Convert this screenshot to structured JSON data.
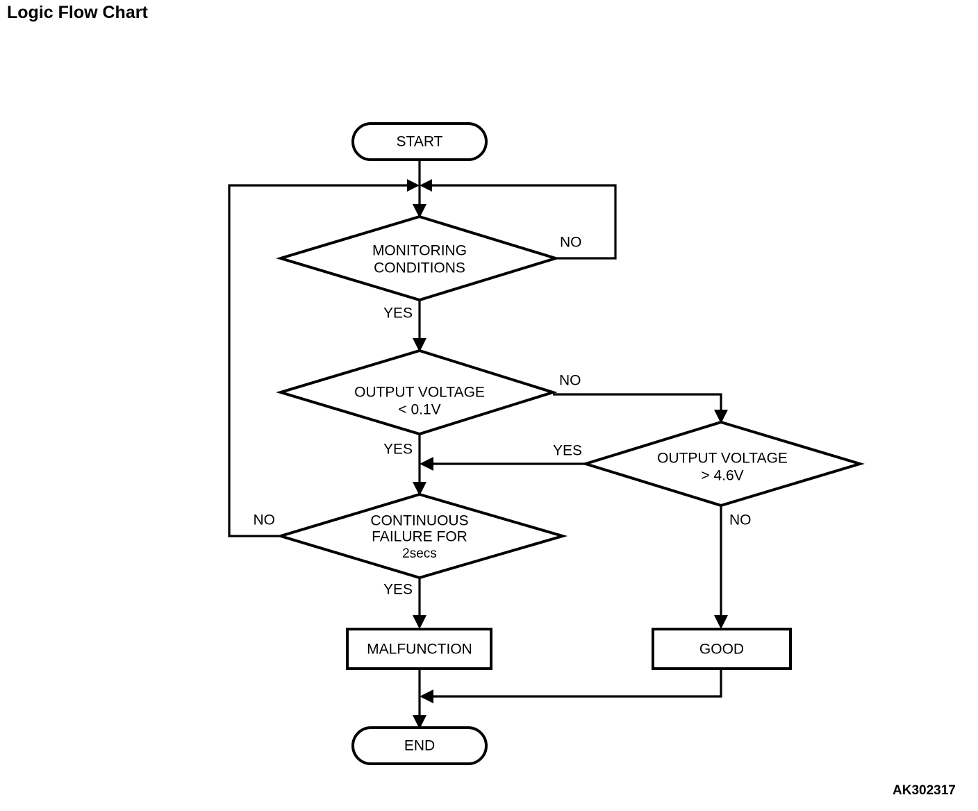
{
  "page": {
    "title": "Logic Flow Chart",
    "figure_id": "AK302317",
    "background_color": "#ffffff",
    "line_color": "#000000"
  },
  "chart_data": {
    "type": "flowchart",
    "title": "Logic Flow Chart",
    "nodes": [
      {
        "id": "start",
        "shape": "terminator",
        "label": "START"
      },
      {
        "id": "monitoring",
        "shape": "decision",
        "label_lines": [
          "MONITORING",
          "CONDITIONS"
        ]
      },
      {
        "id": "volt_low",
        "shape": "decision",
        "label_lines": [
          "OUTPUT VOLTAGE",
          "< 0.1V"
        ]
      },
      {
        "id": "volt_high",
        "shape": "decision",
        "label_lines": [
          "OUTPUT VOLTAGE",
          "> 4.6V"
        ]
      },
      {
        "id": "continuous",
        "shape": "decision",
        "label_lines": [
          "CONTINUOUS",
          "FAILURE FOR",
          "2secs"
        ]
      },
      {
        "id": "malfunction",
        "shape": "process",
        "label": "MALFUNCTION"
      },
      {
        "id": "good",
        "shape": "process",
        "label": "GOOD"
      },
      {
        "id": "end",
        "shape": "terminator",
        "label": "END"
      }
    ],
    "edges": [
      {
        "from": "start",
        "to": "monitoring",
        "label": ""
      },
      {
        "from": "monitoring",
        "to": "monitoring",
        "label": "NO"
      },
      {
        "from": "monitoring",
        "to": "volt_low",
        "label": "YES"
      },
      {
        "from": "volt_low",
        "to": "continuous",
        "label": "YES"
      },
      {
        "from": "volt_low",
        "to": "volt_high",
        "label": "NO"
      },
      {
        "from": "volt_high",
        "to": "continuous",
        "label": "YES"
      },
      {
        "from": "volt_high",
        "to": "good",
        "label": "NO"
      },
      {
        "from": "continuous",
        "to": "monitoring",
        "label": "NO"
      },
      {
        "from": "continuous",
        "to": "malfunction",
        "label": "YES"
      },
      {
        "from": "malfunction",
        "to": "end",
        "label": ""
      },
      {
        "from": "good",
        "to": "end",
        "label": ""
      }
    ]
  },
  "nodes": {
    "start": {
      "label": "START"
    },
    "monitoring": {
      "line1": "MONITORING",
      "line2": "CONDITIONS"
    },
    "volt_low": {
      "line1": "OUTPUT VOLTAGE",
      "line2": "< 0.1V"
    },
    "volt_high": {
      "line1": "OUTPUT VOLTAGE",
      "line2": "> 4.6V"
    },
    "continuous": {
      "line1": "CONTINUOUS",
      "line2": "FAILURE FOR",
      "line3": "2secs"
    },
    "malfunction": {
      "label": "MALFUNCTION"
    },
    "good": {
      "label": "GOOD"
    },
    "end": {
      "label": "END"
    }
  },
  "edge_labels": {
    "monitoring_no": "NO",
    "monitoring_yes": "YES",
    "volt_low_no": "NO",
    "volt_low_yes": "YES",
    "volt_high_yes": "YES",
    "volt_high_no": "NO",
    "continuous_no": "NO",
    "continuous_yes": "YES"
  }
}
